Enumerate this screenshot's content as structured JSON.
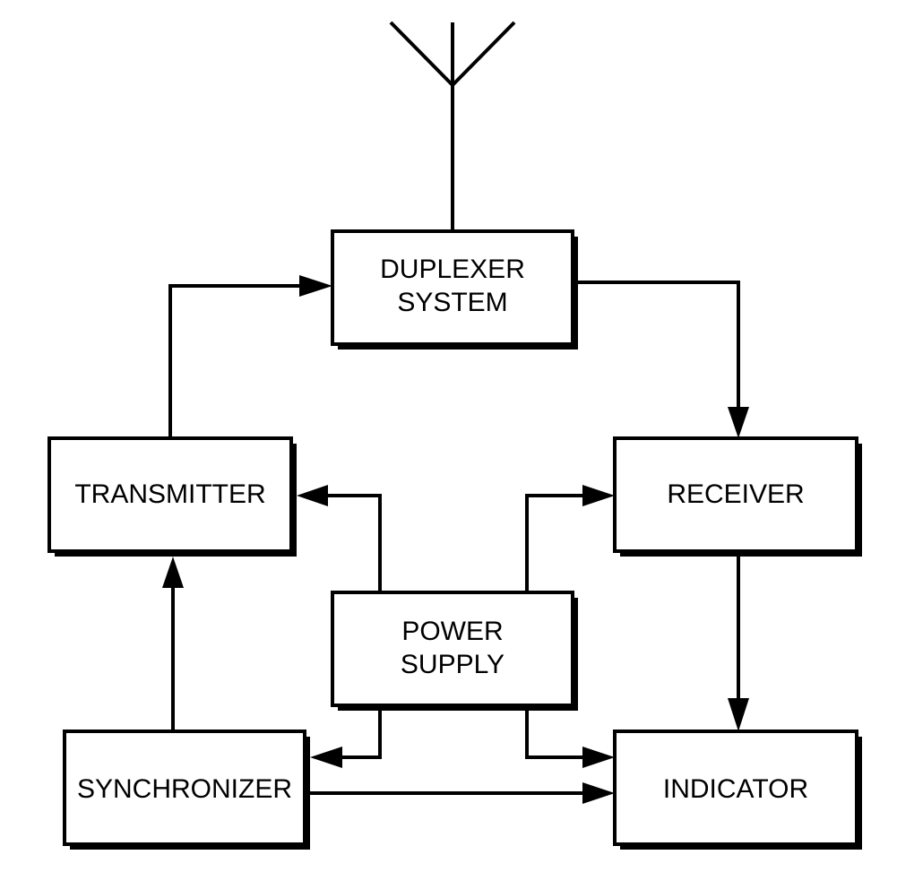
{
  "blocks": {
    "duplexer": {
      "line1": "DUPLEXER",
      "line2": "SYSTEM"
    },
    "transmitter": {
      "label": "TRANSMITTER"
    },
    "receiver": {
      "label": "RECEIVER"
    },
    "power_supply": {
      "line1": "POWER",
      "line2": "SUPPLY"
    },
    "synchronizer": {
      "label": "SYNCHRONIZER"
    },
    "indicator": {
      "label": "INDICATOR"
    }
  },
  "connections": [
    {
      "from": "antenna",
      "to": "duplexer"
    },
    {
      "from": "transmitter",
      "to": "duplexer"
    },
    {
      "from": "duplexer",
      "to": "receiver"
    },
    {
      "from": "power_supply",
      "to": "transmitter"
    },
    {
      "from": "power_supply",
      "to": "receiver"
    },
    {
      "from": "power_supply",
      "to": "synchronizer"
    },
    {
      "from": "power_supply",
      "to": "indicator"
    },
    {
      "from": "synchronizer",
      "to": "transmitter"
    },
    {
      "from": "synchronizer",
      "to": "indicator"
    },
    {
      "from": "receiver",
      "to": "indicator"
    }
  ]
}
